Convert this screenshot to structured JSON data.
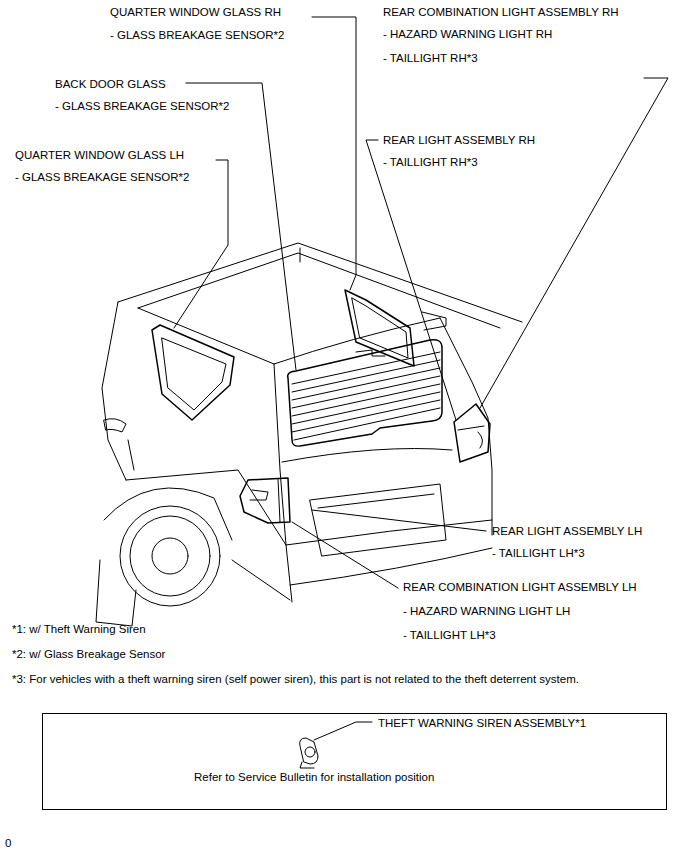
{
  "diagram": {
    "nodes": [
      {
        "text": [
          "THEFT WARNING SIREN ASSEMBLY*1",
          "Refer to Service Bulletin for installation position"
        ]
      }
    ],
    "labels": [
      "QUARTER WINDOW GLASS RH",
      "- GLASS BREAKAGE SENSOR*2",
      "REAR COMBINATION LIGHT ASSEMBLY RH",
      "- HAZARD WARNING LIGHT RH",
      "- TAILLIGHT RH*3",
      "BACK DOOR GLASS",
      "- GLASS BREAKAGE SENSOR*2",
      "REAR LIGHT ASSEMBLY RH",
      "- TAILLIGHT RH*3",
      "QUARTER WINDOW GLASS LH",
      "- GLASS BREAKAGE SENSOR*2",
      "REAR LIGHT ASSEMBLY LH",
      "- TAILLIGHT LH*3",
      "REAR COMBINATION LIGHT ASSEMBLY LH",
      "- HAZARD WARNING LIGHT LH",
      "- TAILLIGHT LH*3",
      "*1: w/ Theft Warning Siren",
      "*2: w/ Glass Breakage Sensor",
      "*3: For vehicles with a theft warning siren (self power siren), this part is not related to the theft deterrent system.",
      "0"
    ]
  }
}
